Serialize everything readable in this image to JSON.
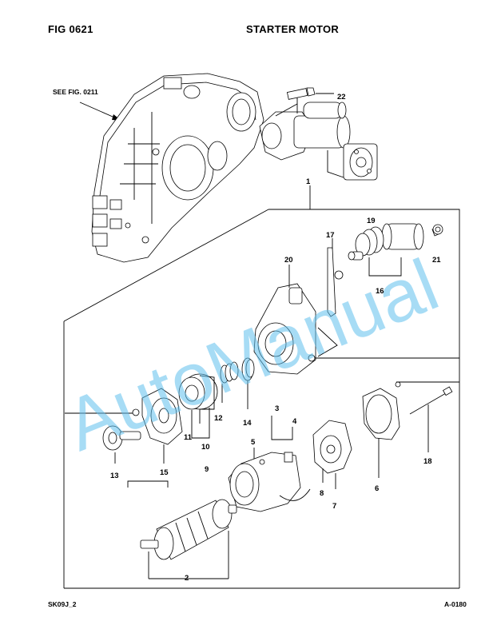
{
  "header": {
    "fig_label": "FIG    0621",
    "title": "STARTER MOTOR"
  },
  "reference": "SEE FIG. 0211",
  "watermark": "AutoManual",
  "part_labels": {
    "p1": "1",
    "p2": "2",
    "p3": "3",
    "p4": "4",
    "p5": "5",
    "p6": "6",
    "p7": "7",
    "p8": "8",
    "p9": "9",
    "p10": "10",
    "p11": "11",
    "p12": "12",
    "p13": "13",
    "p14": "14",
    "p15": "15",
    "p16": "16",
    "p17": "17",
    "p18": "18",
    "p19": "19",
    "p20": "20",
    "p21": "21",
    "p22": "22"
  },
  "footer": {
    "left": "SK09J_2",
    "right": "A-0180"
  }
}
